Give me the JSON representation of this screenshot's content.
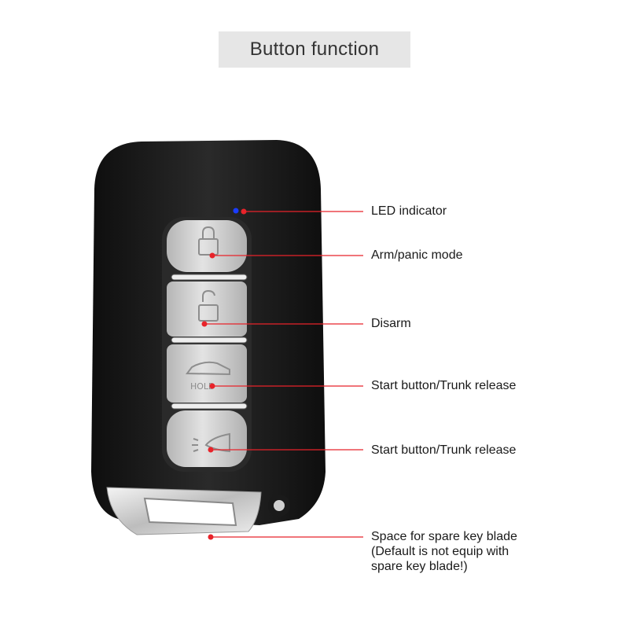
{
  "header": {
    "title": "Button function"
  },
  "fob": {
    "buttons": [
      {
        "name": "lock-button",
        "icon": "lock-icon"
      },
      {
        "name": "unlock-button",
        "icon": "unlock-icon"
      },
      {
        "name": "trunk-button",
        "icon": "car-trunk-icon",
        "icon_text": "HOLD"
      },
      {
        "name": "panic-button",
        "icon": "horn-icon"
      }
    ],
    "led_color": "#1a3cff",
    "callout_color": "#e8232a",
    "body_color": "#1b1b1b",
    "button_color": "#cfcfcf"
  },
  "labels": {
    "led": "LED indicator",
    "arm": "Arm/panic mode",
    "disarm": "Disarm",
    "start1": "Start button/Trunk release",
    "start2": "Start button/Trunk release",
    "spare_line1": "Space for spare key blade",
    "spare_line2": "(Default is not equip with",
    "spare_line3": "spare key blade!)"
  }
}
